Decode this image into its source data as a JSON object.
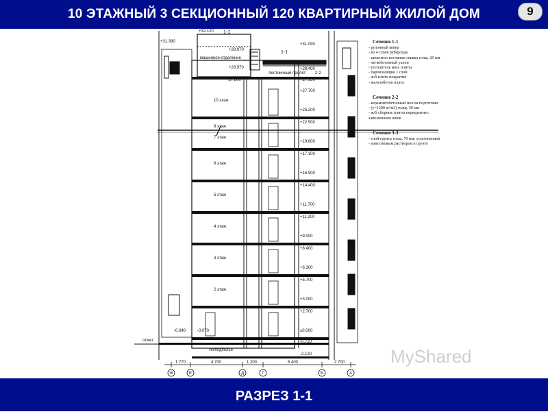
{
  "header": {
    "title": "10 ЭТАЖНЫЙ 3 СЕКЦИОННЫЙ 120 КВАРТИРНЫЙ ЖИЛОЙ ДОМ",
    "page_number": "9"
  },
  "footer": {
    "caption": "РАЗРЕЗ 1-1"
  },
  "watermark": "MyShared",
  "drawing": {
    "section_labels": [
      "1-1",
      "1-1",
      "2-2"
    ],
    "elevations_left": [
      "+31.390",
      "+32.120",
      "+28.970",
      "+28.970",
      "+27.800",
      "-0.040",
      "-0.070"
    ],
    "elevations_right": [
      "+31.090",
      "+28.400",
      "+27.950",
      "+27.700",
      "+25.200",
      "+22.500",
      "+19.800",
      "+17.100",
      "+16.900",
      "+14.400",
      "+11.700",
      "+11.200",
      "+9.000",
      "+8.400",
      "+6.300",
      "+5.700",
      "+3.000",
      "+2.700",
      "±0.000",
      "-0.720",
      "-2.120"
    ],
    "room_labels": [
      "машинное отделение",
      "лестничный пролет",
      "10 этаж",
      "9 этаж",
      "7 этаж",
      "6 этаж",
      "5 этаж",
      "4 этаж",
      "3 этаж",
      "2 этаж",
      "Техподполье"
    ],
    "dimensions": [
      "1 770",
      "4 700",
      "1 200",
      "5 400",
      "2 700"
    ],
    "axes": [
      "Ж",
      "Е",
      "Д",
      "Г",
      "Б",
      "А"
    ],
    "ground_label": "отмет."
  },
  "notes": [
    {
      "title": "Сечение 1-1",
      "items": [
        "- рулонный ковер",
        "- из 4 слоев рубероида",
        "- цементно-песчаная стяжка толщ. 20 мм",
        "- легкобетонный уклон",
        "- утеплитель мин. плиты",
        "- пароизоляция 1 слой",
        "- ж/б плита покрытия",
        "- железобетон плита"
      ]
    },
    {
      "title": "Сечение 2-2",
      "items": [
        "- керамзитобетонный пол на подготовке",
        "- (у=1200 кг/м3) толщ. 30 мм",
        "- ж/б сборные плиты перекрытия с заполнением швов"
      ]
    },
    {
      "title": "Сечение 3-3",
      "items": [
        "- слой грунта толщ. 70 мм; уплотненный",
        "- известковым раствором в грунте"
      ]
    }
  ]
}
